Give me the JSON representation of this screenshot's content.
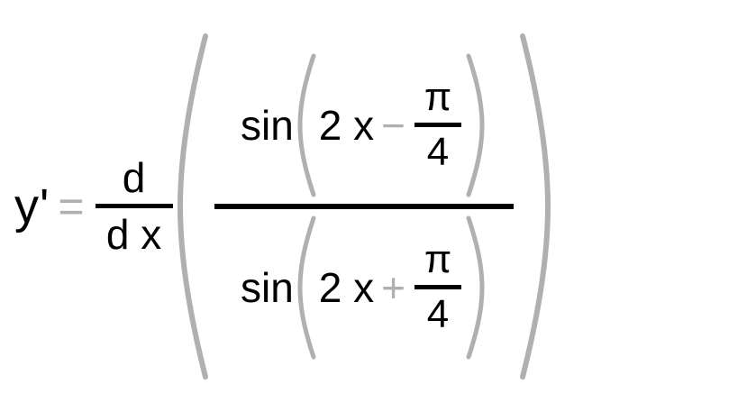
{
  "document": {
    "type": "mathematical-equation",
    "background_color": "#ffffff",
    "text_color": "#000000",
    "operator_color": "#b0b0b0",
    "plain_text": "y' = d/dx ( sin(2x - pi/4) / sin(2x + pi/4) )"
  },
  "equation": {
    "lhs": {
      "variable": "y",
      "prime": "'",
      "equals": "="
    },
    "derivative_operator": {
      "numerator": "d",
      "denominator": "d x"
    },
    "outer_parenthesis": {
      "open": "(",
      "close": ")"
    },
    "main_fraction": {
      "numerator": {
        "function": "sin",
        "open_paren": "(",
        "close_paren": ")",
        "argument": {
          "term": "2 x",
          "operator": "−",
          "fraction": {
            "numerator": "π",
            "denominator": "4"
          }
        }
      },
      "denominator": {
        "function": "sin",
        "open_paren": "(",
        "close_paren": ")",
        "argument": {
          "term": "2 x",
          "operator": "+",
          "fraction": {
            "numerator": "π",
            "denominator": "4"
          }
        }
      }
    }
  }
}
